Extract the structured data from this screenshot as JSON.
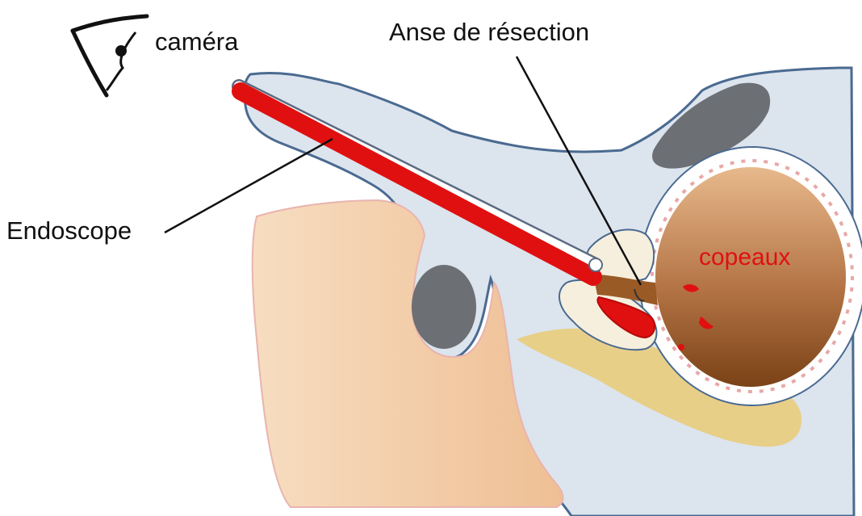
{
  "labels": {
    "camera": "caméra",
    "anse": "Anse de résection",
    "endoscope": "Endoscope",
    "copeaux": "copeaux"
  },
  "icons": {
    "eye": "eye-icon"
  },
  "colors": {
    "endoscope": "#e01010",
    "body": "#dce4ee",
    "outline": "#4a6a90",
    "skin": "#f3cda8",
    "bladder": "#a86a3a",
    "fat": "#e8cf88",
    "label_text": "#111111",
    "copeaux_text": "#e01010"
  }
}
